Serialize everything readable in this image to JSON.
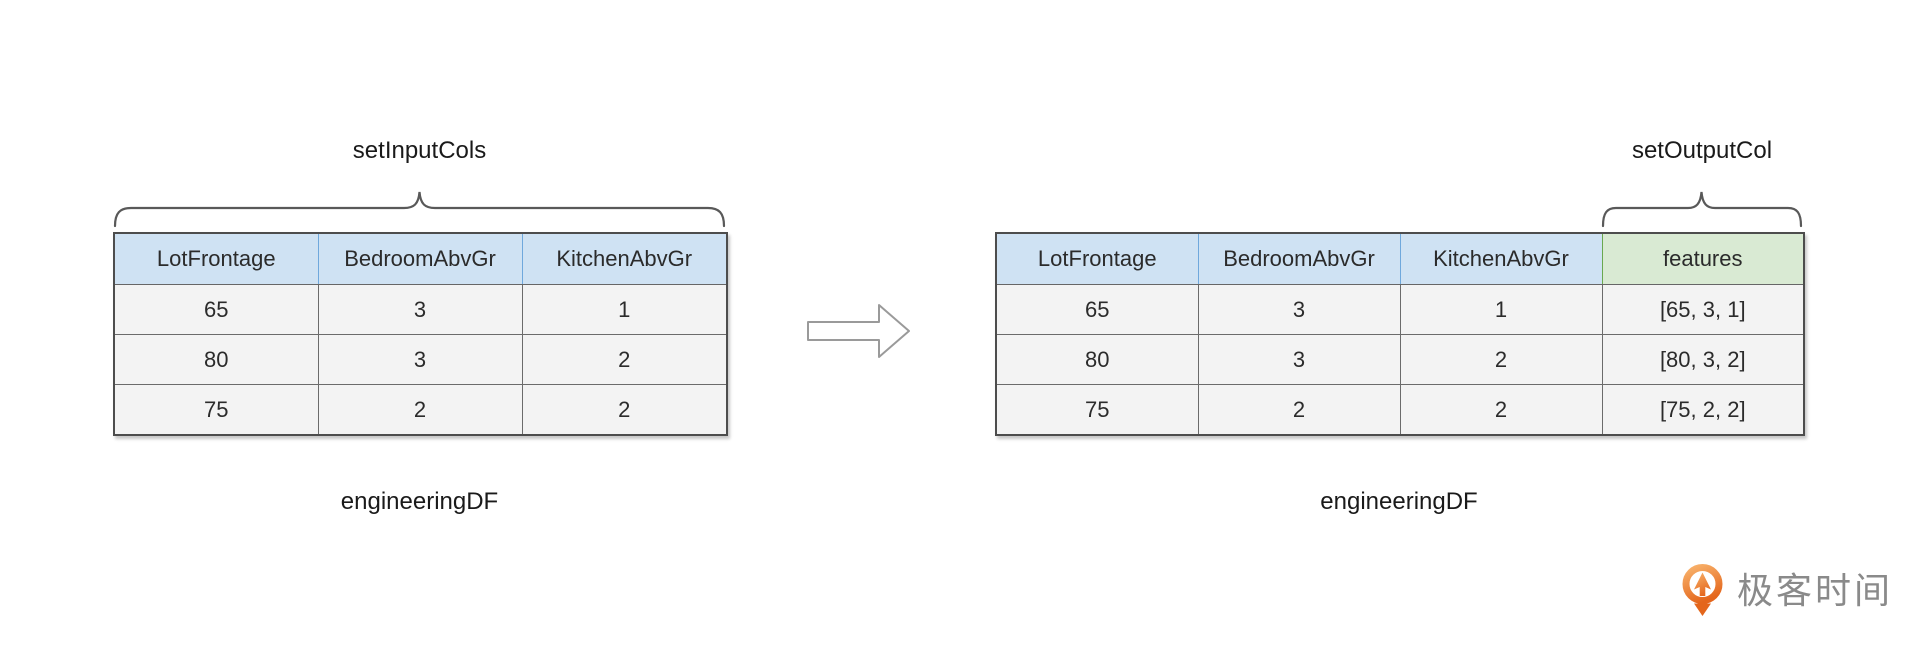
{
  "left_panel": {
    "method_label": "setInputCols",
    "caption": "engineeringDF",
    "table": {
      "headers": [
        "LotFrontage",
        "BedroomAbvGr",
        "KitchenAbvGr"
      ],
      "rows": [
        [
          "65",
          "3",
          "1"
        ],
        [
          "80",
          "3",
          "2"
        ],
        [
          "75",
          "2",
          "2"
        ]
      ]
    }
  },
  "right_panel": {
    "method_label": "setOutputCol",
    "caption": "engineeringDF",
    "table": {
      "headers": [
        "LotFrontage",
        "BedroomAbvGr",
        "KitchenAbvGr",
        "features"
      ],
      "rows": [
        [
          "65",
          "3",
          "1",
          "[65, 3, 1]"
        ],
        [
          "80",
          "3",
          "2",
          "[80, 3, 2]"
        ],
        [
          "75",
          "2",
          "2",
          "[75, 2, 2]"
        ]
      ]
    }
  },
  "arrow": {
    "direction": "right"
  },
  "logo": {
    "text": "极客时间"
  },
  "colors": {
    "header_blue_fill": "#cfe2f3",
    "header_blue_border": "#6fa8dc",
    "header_green_fill": "#d9ead3",
    "header_green_border": "#6aa84f",
    "body_cell_fill": "#f3f3f3",
    "table_border": "#4d4d4d",
    "brace_stroke": "#595959",
    "arrow_stroke": "#9a9a9a",
    "logo_orange": "#e4661c",
    "logo_text_gray": "#8a8a8a"
  }
}
